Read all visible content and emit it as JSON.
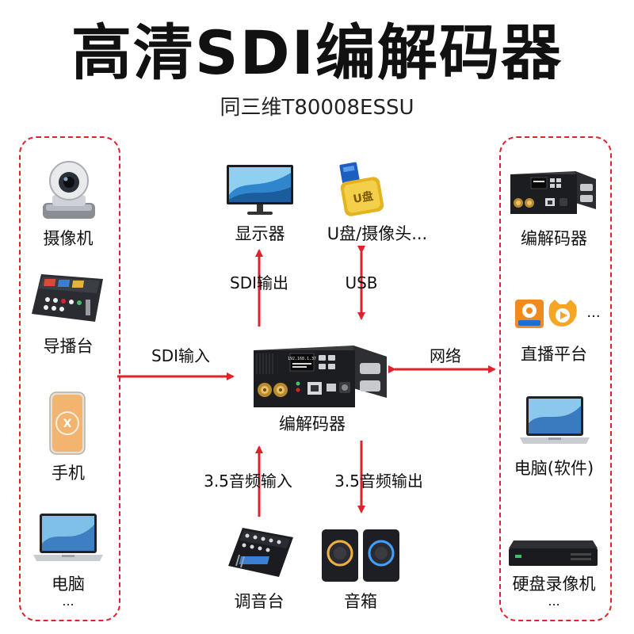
{
  "header": {
    "title": "高清SDI编解码器",
    "model": "同三维T80008ESSU"
  },
  "inputs": {
    "items": [
      {
        "label": "摄像机",
        "icon": "ptz-camera-icon"
      },
      {
        "label": "导播台",
        "icon": "switcher-icon"
      },
      {
        "label": "手机",
        "icon": "phone-icon"
      },
      {
        "label": "电脑",
        "icon": "laptop-icon"
      }
    ],
    "more": "..."
  },
  "outputs": {
    "items": [
      {
        "label": "编解码器",
        "icon": "codec-icon"
      },
      {
        "label": "直播平台",
        "icon": "live-platform-icon",
        "extra": "..."
      },
      {
        "label": "电脑(软件)",
        "icon": "laptop-icon"
      },
      {
        "label": "硬盘录像机",
        "icon": "nvr-icon"
      }
    ],
    "more": "..."
  },
  "center": {
    "label": "编解码器",
    "screen_text": "192.168.1.37"
  },
  "top": {
    "monitor_label": "显示器",
    "usb_label": "U盘/摄像头...",
    "usb_drive_text": "U盘",
    "sdi_out_label": "SDI输出",
    "usb_arrow_label": "USB"
  },
  "mid": {
    "sdi_in_label": "SDI输入",
    "network_label": "网络"
  },
  "bottom": {
    "audio_in_label": "3.5音频输入",
    "audio_out_label": "3.5音频输出",
    "mixer_label": "调音台",
    "speaker_label": "音箱"
  },
  "colors": {
    "accent": "#e0222a",
    "text": "#111111"
  }
}
